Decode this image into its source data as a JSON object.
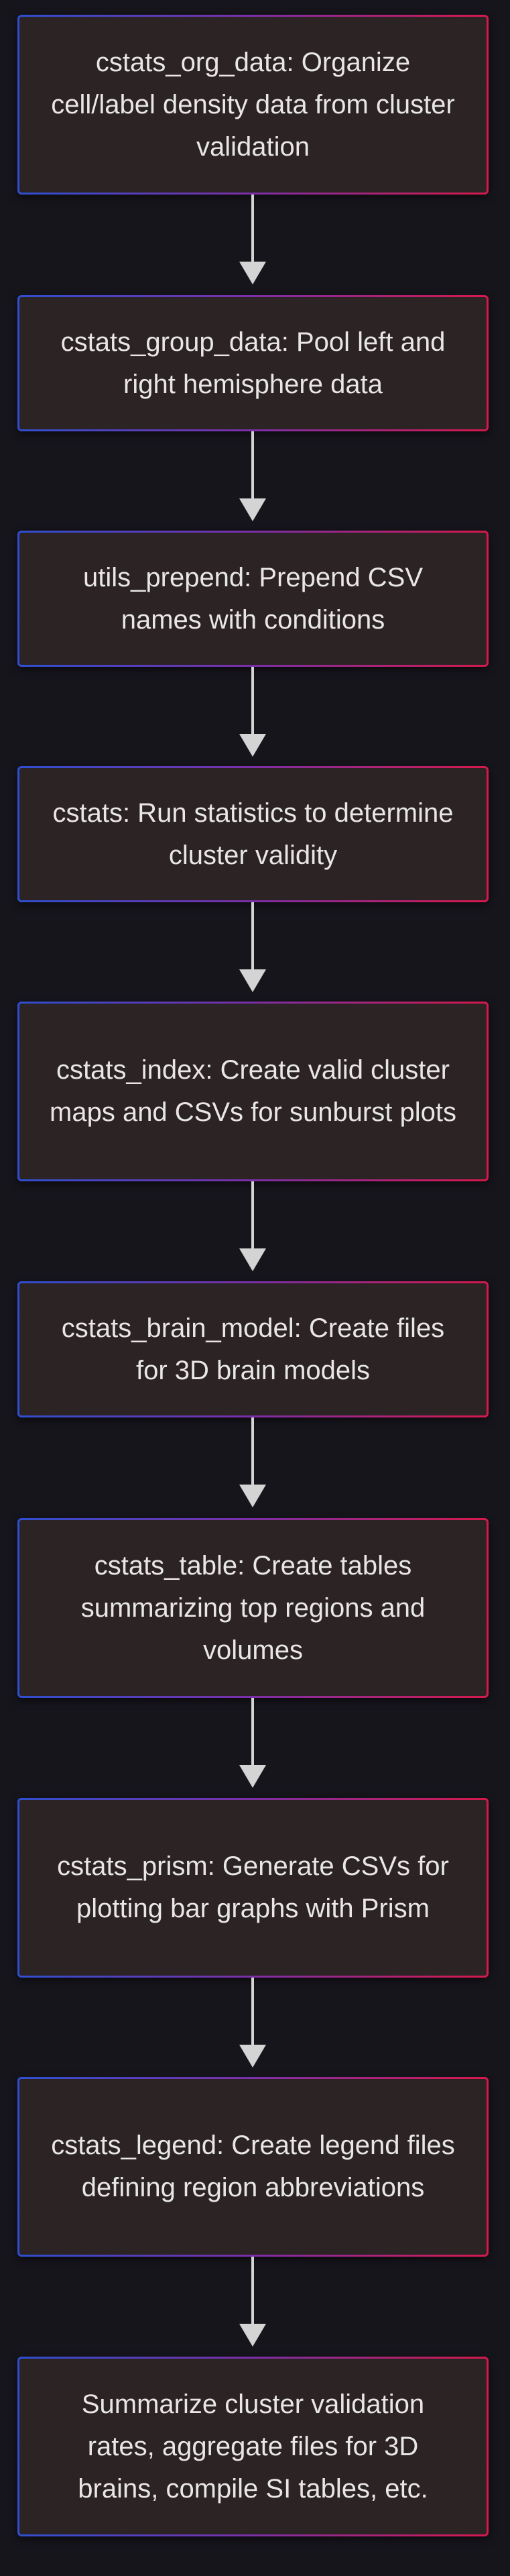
{
  "diagram": {
    "steps": [
      {
        "label": "cstats_org_data: Organize cell/label density data from cluster validation"
      },
      {
        "label": "cstats_group_data: Pool left and right hemisphere data"
      },
      {
        "label": "utils_prepend: Prepend CSV names with conditions"
      },
      {
        "label": "cstats: Run statistics to determine cluster validity"
      },
      {
        "label": "cstats_index: Create valid cluster maps and CSVs for sunburst plots"
      },
      {
        "label": "cstats_brain_model: Create files for 3D brain models"
      },
      {
        "label": "cstats_table: Create tables summarizing top regions and volumes"
      },
      {
        "label": "cstats_prism: Generate CSVs for plotting bar graphs with Prism"
      },
      {
        "label": "cstats_legend: Create legend files defining region abbreviations"
      },
      {
        "label": "Summarize cluster validation rates, aggregate files for 3D brains, compile SI tables, etc."
      }
    ],
    "colors": {
      "background": "#16151c",
      "node_fill": "#2b2324",
      "border_gradient_start": "#2e4fd0",
      "border_gradient_end": "#d6194d",
      "text": "#e8e6e6",
      "arrow": "#d4d4d4"
    }
  }
}
